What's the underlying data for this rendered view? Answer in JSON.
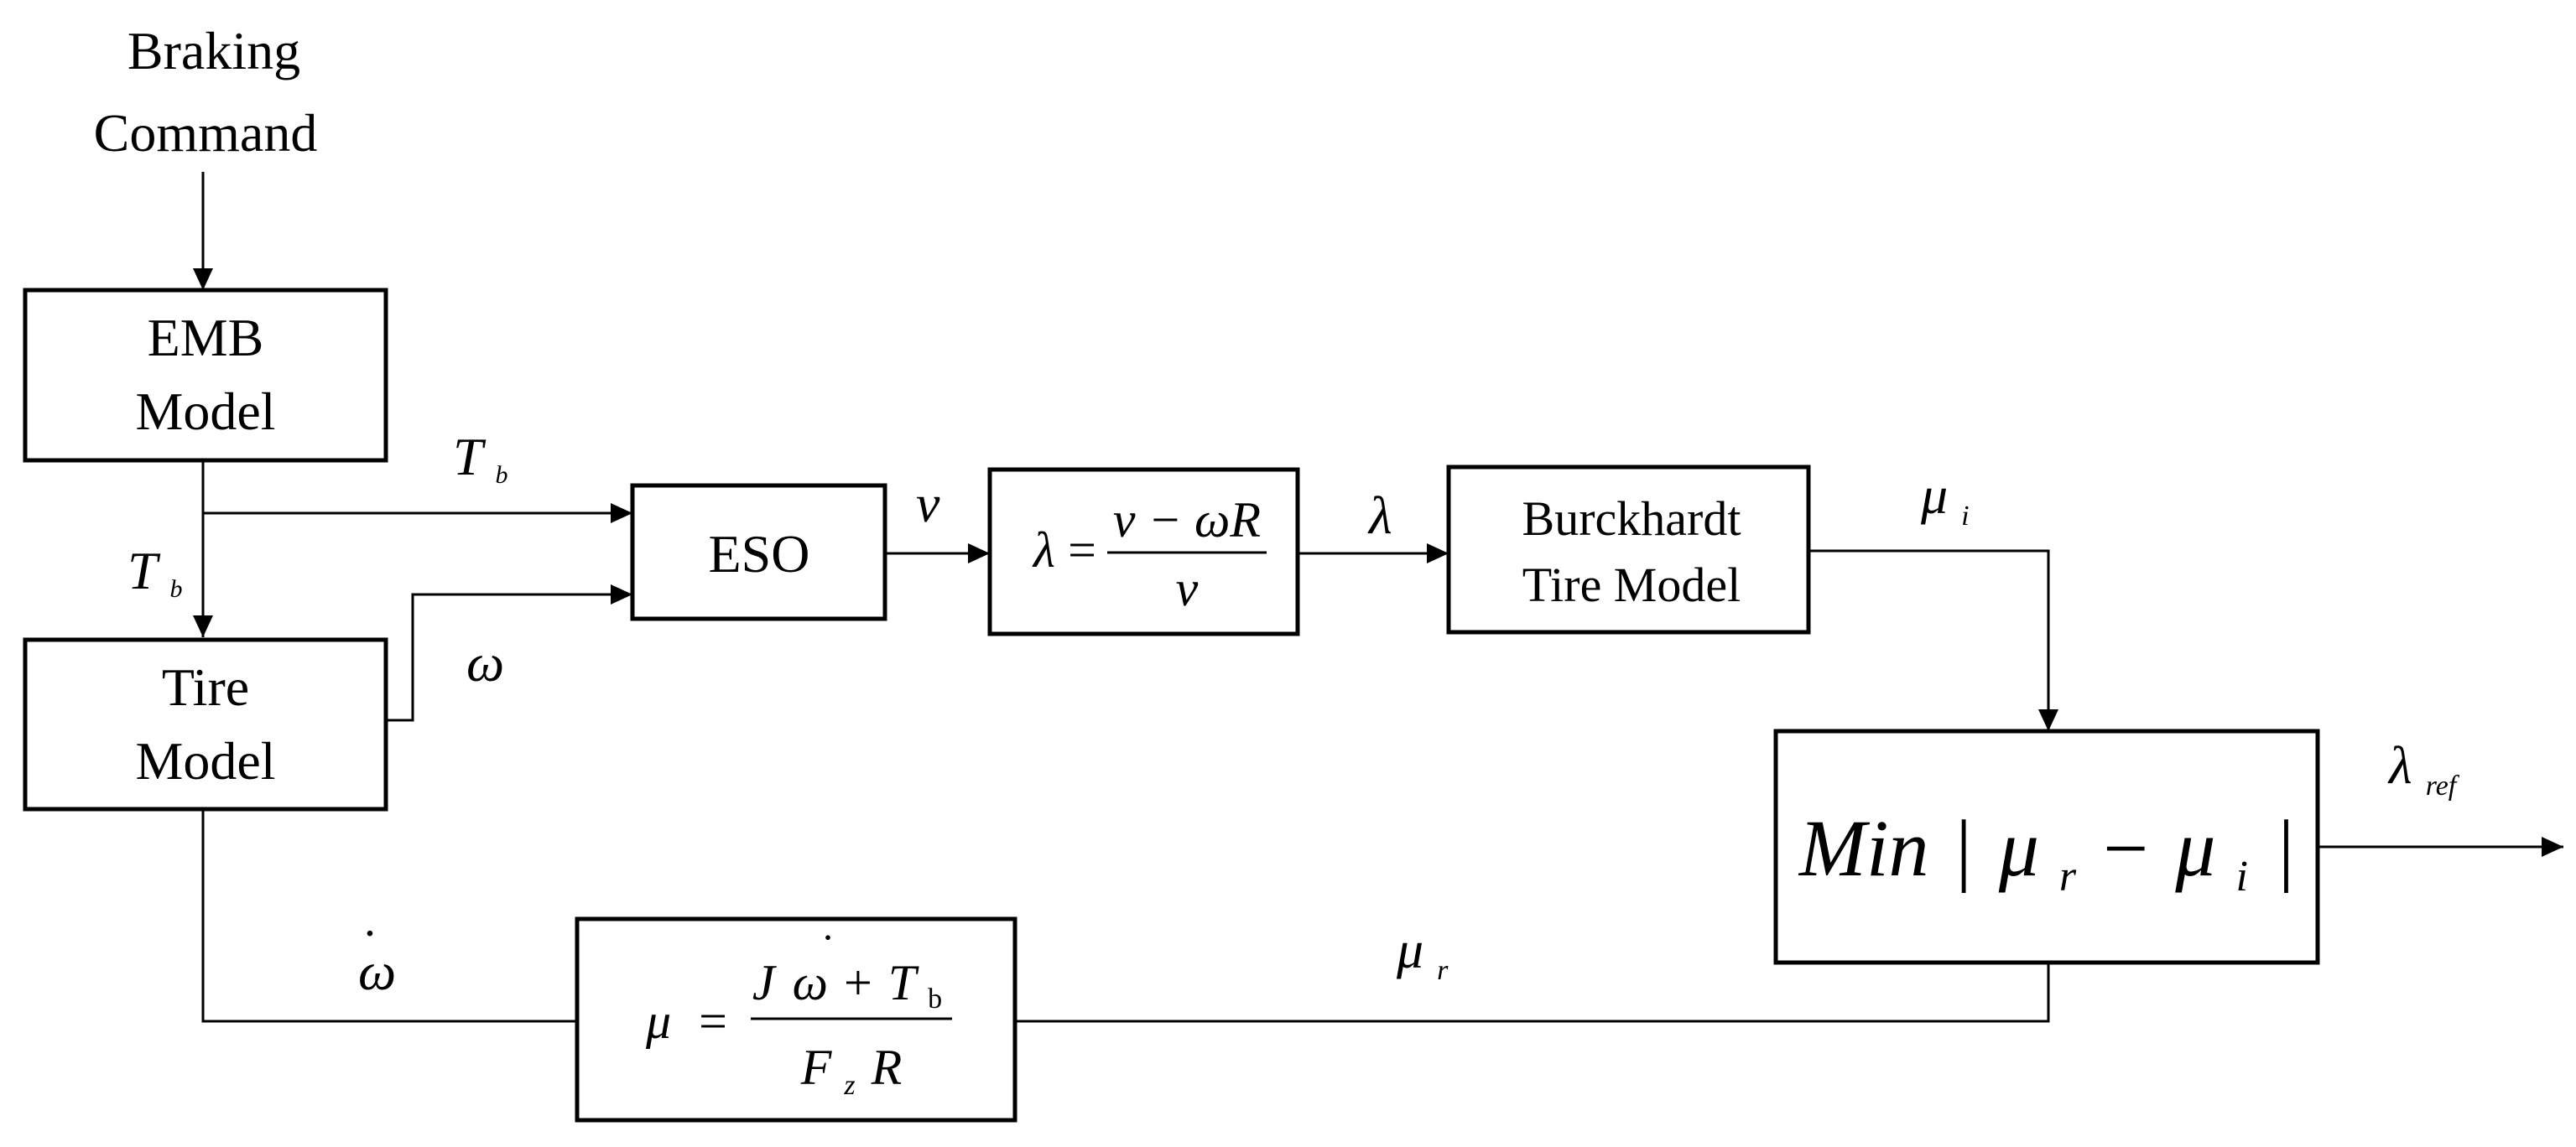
{
  "diagram": {
    "input": {
      "line1": "Braking",
      "line2": "Command"
    },
    "blocks": {
      "emb": {
        "line1": "EMB",
        "line2": "Model"
      },
      "tire": {
        "line1": "Tire",
        "line2": "Model"
      },
      "eso": {
        "label": "ESO"
      },
      "slip": {
        "lhs": "λ",
        "eq": "=",
        "num": "ν − ωR",
        "den": "ν"
      },
      "burckhardt": {
        "line1": "Burckhardt",
        "line2": "Tire Model"
      },
      "mu": {
        "lhs": "μ",
        "eq": "=",
        "num_a": "J",
        "num_b": "ω",
        "num_c": "+",
        "num_d": "T",
        "num_d_sub": "b",
        "den_a": "F",
        "den_a_sub": "z",
        "den_b": "R"
      },
      "min": {
        "prefix": "Min",
        "bar_l": "|",
        "a": "μ",
        "a_sub": "r",
        "op": "−",
        "b": "μ",
        "b_sub": "i",
        "bar_r": "|"
      }
    },
    "signals": {
      "tb_to_eso": {
        "sym": "T",
        "sub": "b"
      },
      "tb_to_tire": {
        "sym": "T",
        "sub": "b"
      },
      "nu": {
        "sym": "ν"
      },
      "omega": {
        "sym": "ω"
      },
      "lambda": {
        "sym": "λ"
      },
      "mu_i": {
        "sym": "μ",
        "sub": "i"
      },
      "lambda_ref": {
        "sym": "λ",
        "sub": "ref"
      },
      "omega_dot": {
        "sym": "ω"
      },
      "mu_r": {
        "sym": "μ",
        "sub": "r"
      }
    }
  }
}
